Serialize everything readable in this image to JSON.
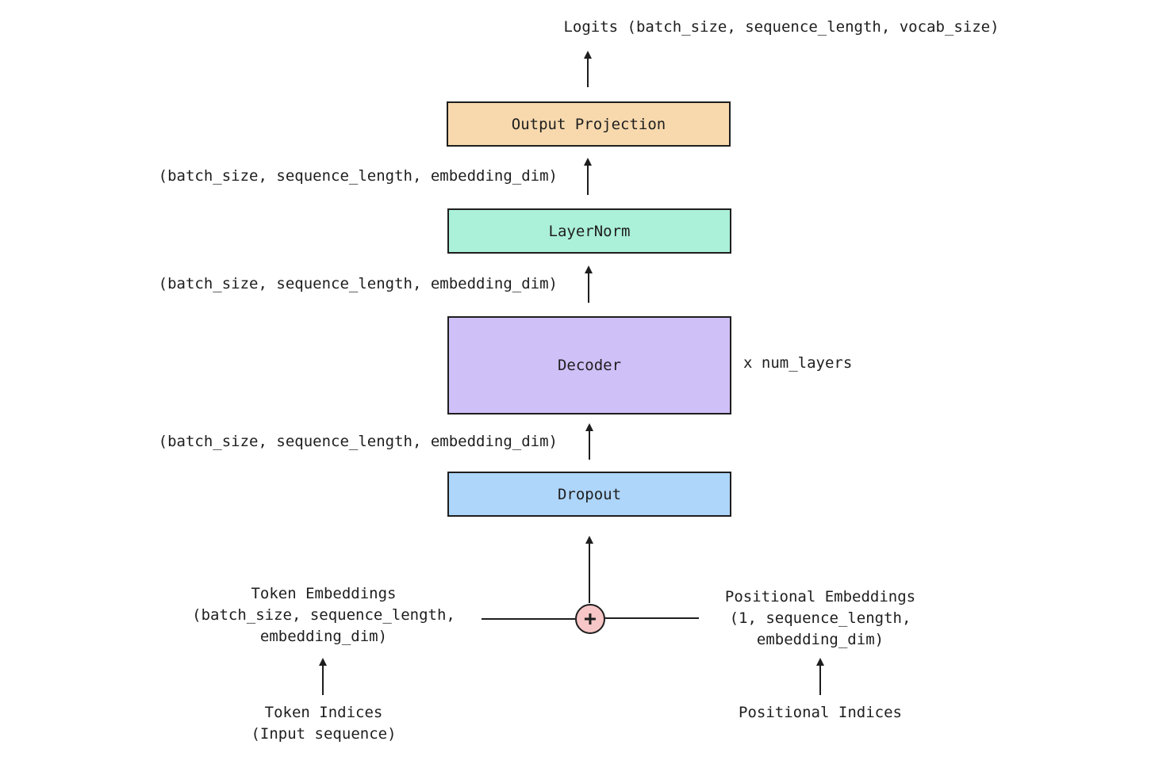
{
  "nodes": {
    "output_projection": {
      "label": "Output Projection",
      "color": "#f7d9ad"
    },
    "layernorm": {
      "label": "LayerNorm",
      "color": "#abf0d8"
    },
    "decoder": {
      "label": "Decoder",
      "color": "#d0c0f8",
      "repeat_label": "x num_layers"
    },
    "dropout": {
      "label": "Dropout",
      "color": "#aed5fa"
    },
    "add": {
      "symbol": "+",
      "color": "#f7c6c6"
    }
  },
  "labels": {
    "logits": "Logits (batch_size, sequence_length, vocab_size)",
    "shape_after_layernorm": "(batch_size, sequence_length, embedding_dim)",
    "shape_after_decoder": "(batch_size, sequence_length, embedding_dim)",
    "shape_after_dropout": "(batch_size, sequence_length, embedding_dim)",
    "token_embeddings": [
      "Token Embeddings",
      "(batch_size, sequence_length,",
      "embedding_dim)"
    ],
    "positional_embeddings": [
      "Positional Embeddings",
      "(1, sequence_length,",
      "embedding_dim)"
    ],
    "token_indices": [
      "Token Indices",
      "(Input sequence)"
    ],
    "positional_indices": "Positional Indices"
  }
}
